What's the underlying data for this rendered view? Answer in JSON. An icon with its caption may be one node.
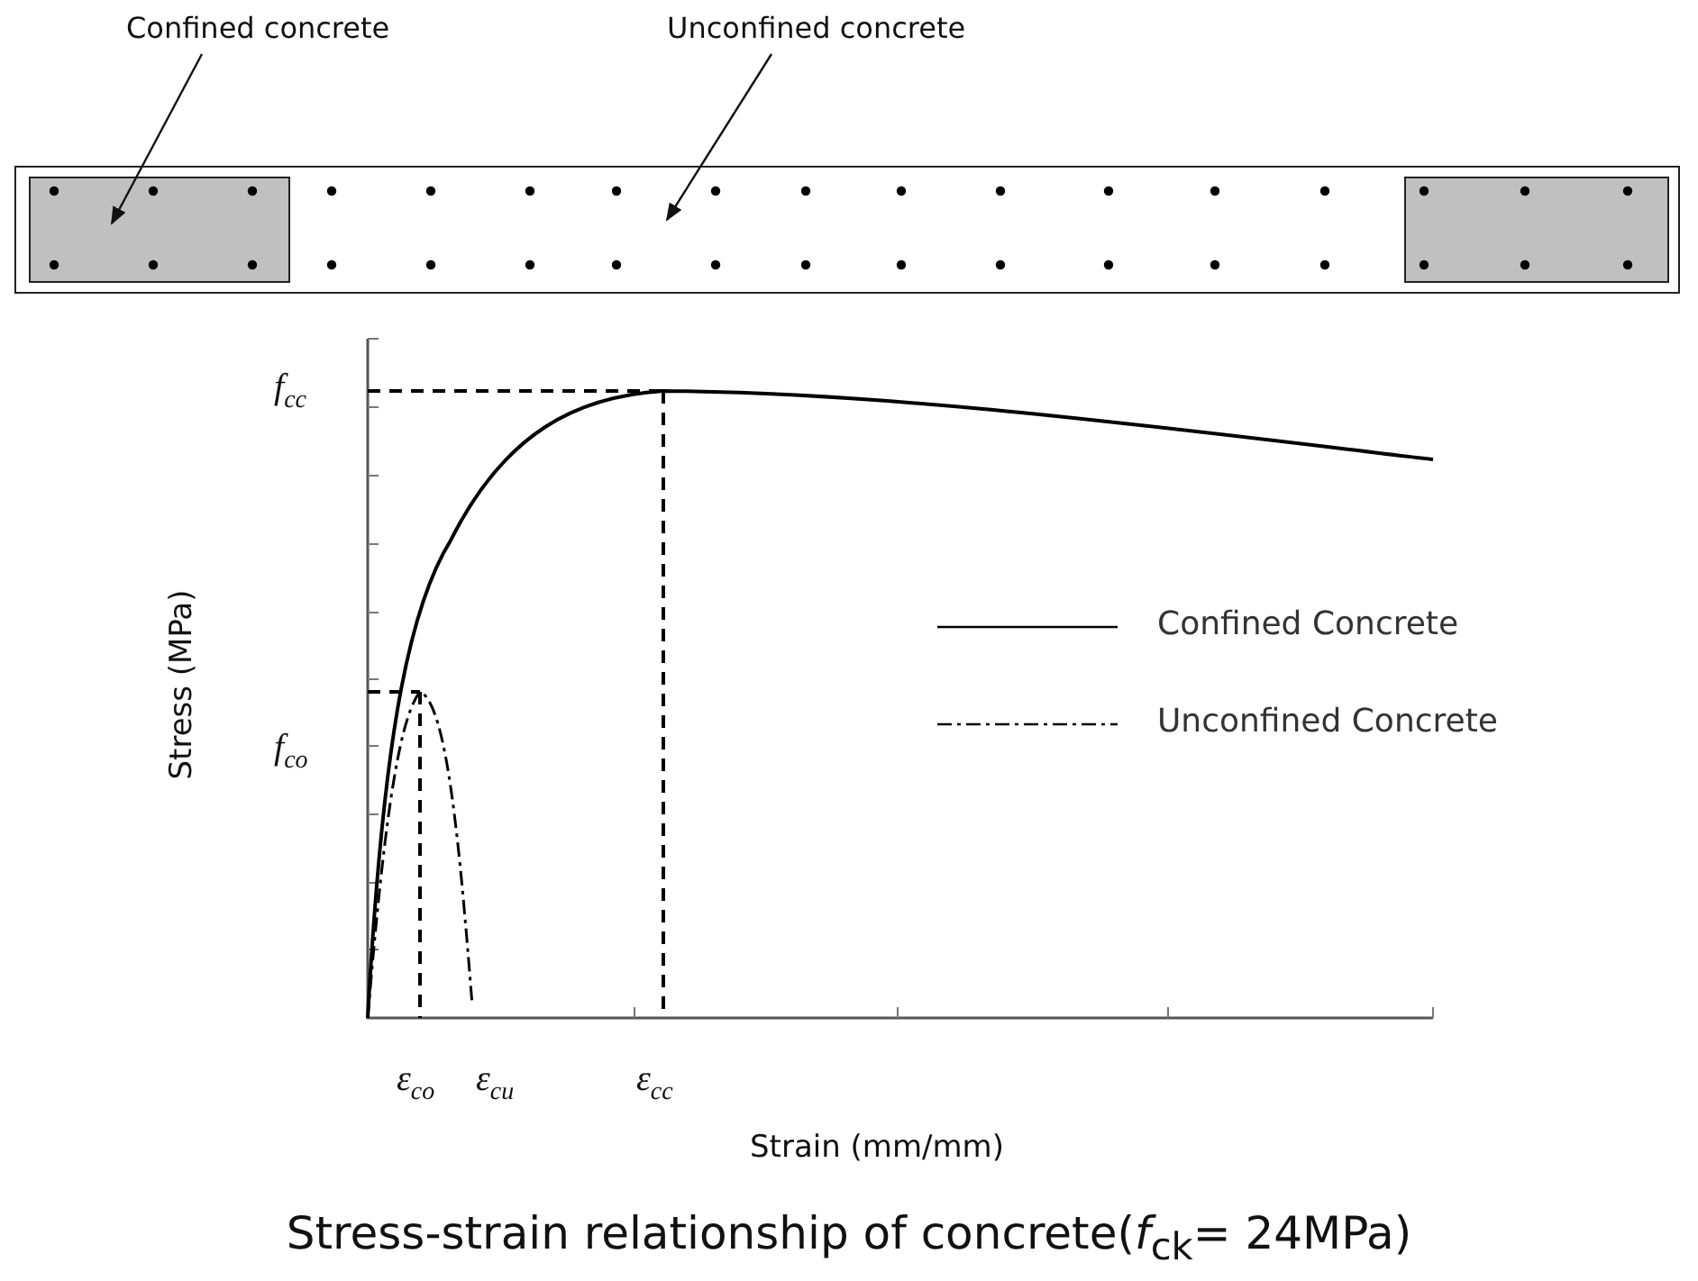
{
  "diagram": {
    "caption": "Stress-strain relationship of concrete(*f*$_{ck}$= 24MPa)",
    "nodes": [
      {
        "text": [
          "Confined concrete"
        ]
      },
      {
        "text": [
          "Unconfined concrete"
        ]
      },
      {
        "text": [],
        "shape": "box"
      },
      {
        "text": [],
        "shape": "box",
        "in": 2
      },
      {
        "text": [],
        "shape": "box",
        "in": 2
      }
    ],
    "edges": [
      {
        "from": 0,
        "to": 3,
        "arrow": "to"
      },
      {
        "from": 1,
        "to": 2,
        "arrow": "to"
      }
    ],
    "labels": [
      "*f*$_{cc}$",
      "*f*$_{co}$",
      "Stress (MPa)",
      "ε$_{co}$",
      "ε$_{cu}$",
      "ε$_{cc}$",
      "Strain (mm/mm)"
    ],
    "legend": [
      {
        "text": "Confined Concrete"
      },
      {
        "text": "Unconfined Concrete"
      }
    ]
  }
}
